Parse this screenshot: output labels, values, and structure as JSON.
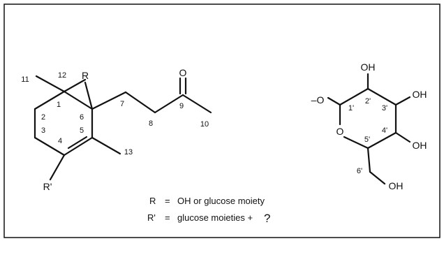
{
  "aglycone": {
    "numbers": [
      "11",
      "12",
      "1",
      "2",
      "3",
      "4",
      "5",
      "6",
      "7",
      "8",
      "9",
      "10",
      "13"
    ],
    "substituents": {
      "r": "R",
      "r_prime": "R'"
    },
    "carbonyl_oxygen": "O"
  },
  "sugar": {
    "ring_oxygen": "O",
    "attachment": "–O",
    "hydroxyls": [
      "OH",
      "OH",
      "OH",
      "OH"
    ],
    "numbers": [
      "1'",
      "2'",
      "3'",
      "4'",
      "5'",
      "6'"
    ]
  },
  "legend": {
    "r_line": {
      "symbol": "R",
      "equals": "=",
      "text": "OH or glucose moiety"
    },
    "r_prime_line": {
      "symbol": "R'",
      "equals": "=",
      "text": "glucose moieties +",
      "mark": "?"
    }
  }
}
